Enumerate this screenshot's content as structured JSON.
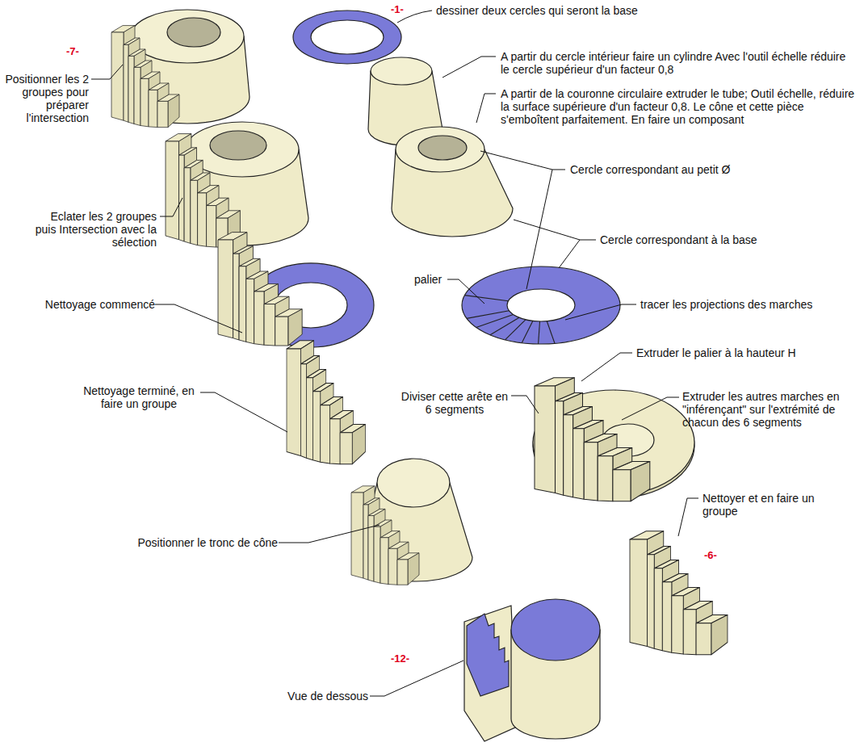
{
  "diagram": {
    "labels": [
      "-1-",
      "dessiner deux cercles qui seront la base",
      "A partir du cercle intérieur faire un cylindre Avec l'outil échelle réduire le cercle supérieur d'un facteur 0,8",
      "A partir de la couronne circulaire extruder le tube; Outil échelle, réduire la surface supérieure d'un facteur 0,8. Le cône et cette pièce s'emboîtent parfaitement. En faire un composant",
      "-7-",
      "Positionner les 2 groupes pour préparer l'intersection",
      "Cercle correspondant au petit Ø",
      "Cercle correspondant à la base",
      "Eclater les 2 groupes puis Intersection avec la sélection",
      "palier",
      "tracer les projections des marches",
      "Nettoyage commencé",
      "Extruder le palier à la hauteur H",
      "Diviser cette arête en 6 segments",
      "Extruder les autres marches en \"inférençant\" sur l'extrémité de chacun des 6 segments",
      "Nettoyage terminé, en faire un groupe",
      "Nettoyer et en faire un groupe",
      "-6-",
      "Positionner le tronc de cône",
      "-12-",
      "Vue de dessous"
    ]
  }
}
